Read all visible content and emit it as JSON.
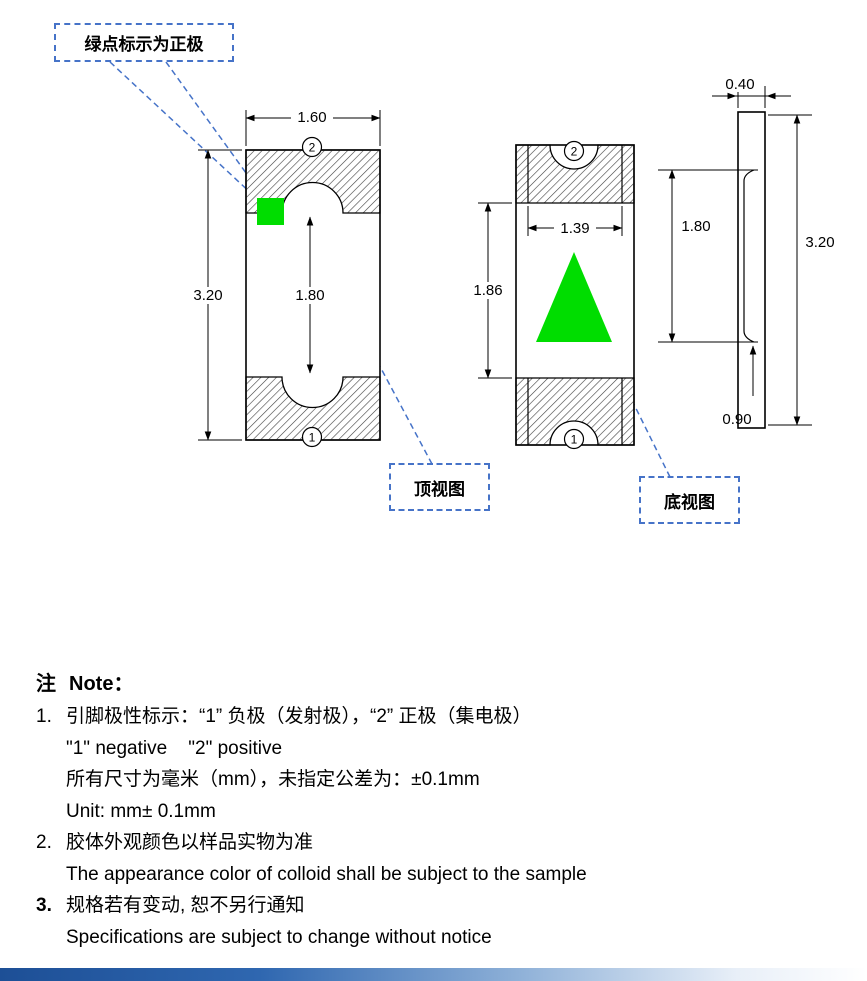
{
  "colors": {
    "green": "#00dd00",
    "accent_blue": "#4673c8"
  },
  "callouts": {
    "green_dot": "绿点标示为正极",
    "top_view": "顶视图",
    "bottom_view": "底视图"
  },
  "pins": {
    "positive": "2",
    "negative": "1"
  },
  "dims": {
    "tv_width": "1.60",
    "tv_height": "3.20",
    "tv_inner_height": "1.80",
    "bv_inner_width": "1.39",
    "bv_inner_height": "1.86",
    "pad_span": "1.80",
    "sv_thickness": "0.40",
    "sv_height": "3.20",
    "sv_pad": "0.90"
  },
  "notes": {
    "heading_zh": "注",
    "heading_en": "Note：",
    "rows": [
      {
        "num": "1.",
        "text": "引脚极性标示：“1” 负极（发射极），“2” 正极（集电极）"
      },
      {
        "num": "",
        "text": "\"1\" negative    \"2\" positive"
      },
      {
        "num": "",
        "text": "所有尺寸为毫米（mm），未指定公差为：±0.1mm"
      },
      {
        "num": "",
        "text": "Unit: mm± 0.1mm"
      },
      {
        "num": "2.",
        "text": "胶体外观颜色以样品实物为准"
      },
      {
        "num": "",
        "text": "The appearance color of colloid shall be subject to the sample"
      },
      {
        "num": "3.",
        "text": "规格若有变动, 恕不另行通知"
      },
      {
        "num": "",
        "text": "Specifications are subject to change without notice"
      }
    ]
  }
}
